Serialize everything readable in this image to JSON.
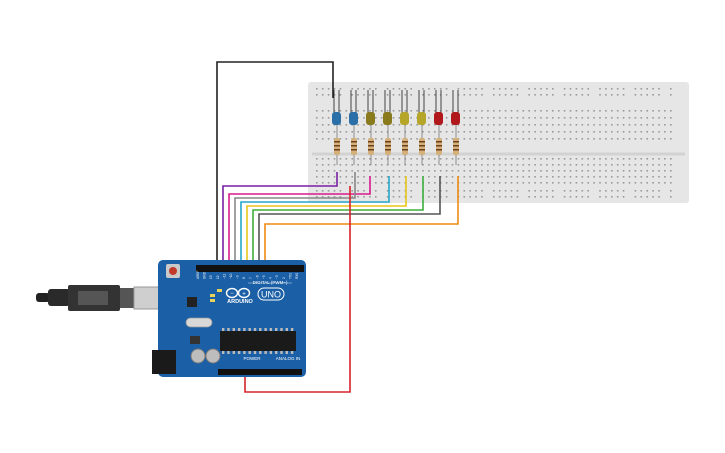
{
  "board": {
    "logo_text": "ARDUINO",
    "model": "UNO",
    "digital_label": "DIGITAL (PWM~)",
    "power_label": "POWER",
    "analog_label": "ANALOG IN",
    "top_pins": [
      "AREF",
      "GND",
      "13",
      "12",
      "~11",
      "~10",
      "~9",
      "8",
      "7",
      "~6",
      "~5",
      "4",
      "~3",
      "2",
      "TX1",
      "RX0"
    ],
    "color": "#1b5fa7"
  },
  "breadboard": {
    "color": "#e6e6e6"
  },
  "leds": [
    {
      "color": "#2b6fa8"
    },
    {
      "color": "#2b6fa8"
    },
    {
      "color": "#8a7a1e"
    },
    {
      "color": "#8a7a1e"
    },
    {
      "color": "#b5a62a"
    },
    {
      "color": "#b5a62a"
    },
    {
      "color": "#b0181c"
    },
    {
      "color": "#b0181c"
    }
  ],
  "wires": [
    {
      "name": "gnd-wire",
      "color": "#222222"
    },
    {
      "name": "pin13-wire",
      "color": "#7b1fa2"
    },
    {
      "name": "pin12-wire",
      "color": "#d81b8c"
    },
    {
      "name": "pin11-wire",
      "color": "#888888"
    },
    {
      "name": "pin10-wire",
      "color": "#26a7c9"
    },
    {
      "name": "pin9-wire",
      "color": "#e6c619"
    },
    {
      "name": "pin8-wire",
      "color": "#3fae3a"
    },
    {
      "name": "pin7-wire",
      "color": "#555555"
    },
    {
      "name": "pin6-wire",
      "color": "#ef8a12"
    },
    {
      "name": "power-wire",
      "color": "#d6232a"
    }
  ]
}
